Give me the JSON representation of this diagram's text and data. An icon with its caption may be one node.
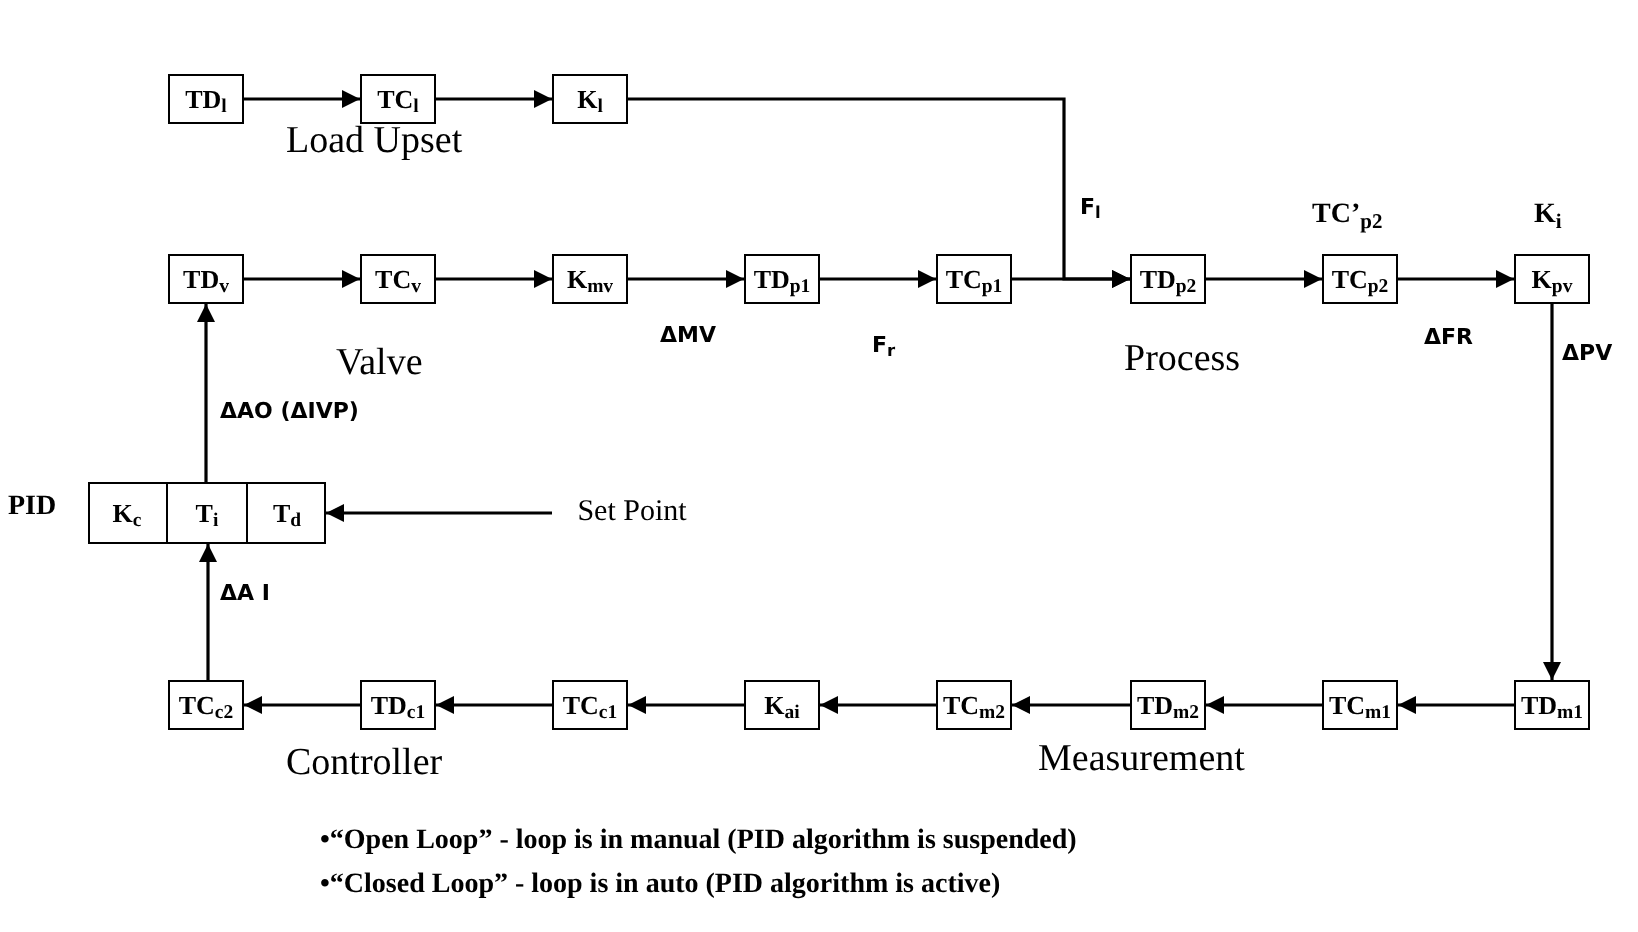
{
  "diagram": {
    "nodes": [
      {
        "text": [
          "TD$_{l}$"
        ]
      },
      {
        "text": [
          "TC$_{l}$"
        ]
      },
      {
        "text": [
          "K$_{l}$"
        ]
      },
      {
        "text": [
          "TD$_{v}$"
        ]
      },
      {
        "text": [
          "TC$_{v}$"
        ]
      },
      {
        "text": [
          "K$_{mv}$"
        ]
      },
      {
        "text": [
          "TD$_{p1}$"
        ]
      },
      {
        "text": [
          "TC$_{p1}$"
        ]
      },
      {
        "text": [
          "TD$_{p2}$"
        ]
      },
      {
        "text": [
          "TC$_{p2}$"
        ],
        "beside": [
          "TC’$_{p2}$"
        ]
      },
      {
        "text": [
          "K$_{pv}$"
        ],
        "beside": [
          "K$_{i}$"
        ]
      },
      {
        "text": [],
        "shape": "box",
        "beside": [
          "PID"
        ]
      },
      {
        "text": [
          "K$_{c}$"
        ],
        "in": 11
      },
      {
        "text": [
          "T$_{i}$"
        ],
        "in": 11
      },
      {
        "text": [
          "T$_{d}$"
        ],
        "in": 11
      },
      {
        "text": [
          "Set Point"
        ]
      },
      {
        "text": [
          "TC$_{c2}$"
        ]
      },
      {
        "text": [
          "TD$_{c1}$"
        ]
      },
      {
        "text": [
          "TC$_{c1}$"
        ]
      },
      {
        "text": [
          "K$_{ai}$"
        ]
      },
      {
        "text": [
          "TC$_{m2}$"
        ]
      },
      {
        "text": [
          "TD$_{m2}$"
        ]
      },
      {
        "text": [
          "TC$_{m1}$"
        ]
      },
      {
        "text": [
          "TD$_{m1}$"
        ]
      }
    ],
    "edges": [
      {
        "from": 0,
        "to": 1,
        "arrow": "to"
      },
      {
        "from": 1,
        "to": 2,
        "arrow": "to"
      },
      {
        "from": 2,
        "to": 8,
        "arrow": "to",
        "label": "F$_{l}$"
      },
      {
        "from": 3,
        "to": 4,
        "arrow": "to"
      },
      {
        "from": 4,
        "to": 5,
        "arrow": "to"
      },
      {
        "from": 5,
        "to": 6,
        "arrow": "to",
        "label": "ΔMV"
      },
      {
        "from": 6,
        "to": 7,
        "arrow": "to",
        "label": "F$_{r}$"
      },
      {
        "from": 7,
        "to": 8,
        "arrow": "to"
      },
      {
        "from": 8,
        "to": 9,
        "arrow": "to"
      },
      {
        "from": 9,
        "to": 10,
        "arrow": "to",
        "label": "ΔFR"
      },
      {
        "from": 10,
        "to": 23,
        "arrow": "to",
        "label": "ΔPV"
      },
      {
        "from": 23,
        "to": 22,
        "arrow": "to"
      },
      {
        "from": 22,
        "to": 21,
        "arrow": "to"
      },
      {
        "from": 21,
        "to": 20,
        "arrow": "to"
      },
      {
        "from": 20,
        "to": 19,
        "arrow": "to"
      },
      {
        "from": 19,
        "to": 18,
        "arrow": "to"
      },
      {
        "from": 18,
        "to": 17,
        "arrow": "to"
      },
      {
        "from": 17,
        "to": 16,
        "arrow": "to"
      },
      {
        "from": 16,
        "to": 13,
        "arrow": "to",
        "label": "ΔA I"
      },
      {
        "from": 13,
        "to": 3,
        "arrow": "to",
        "label": "ΔAO (ΔIVP)"
      },
      {
        "from": 15,
        "to": 14,
        "arrow": "to"
      }
    ],
    "labels": [
      "Load Upset",
      "Valve",
      "Process",
      "Controller",
      "Measurement",
      "•“Open Loop” - loop is in manual (PID algorithm is suspended)",
      "•“Closed Loop” - loop is in auto (PID algorithm is active)"
    ]
  }
}
